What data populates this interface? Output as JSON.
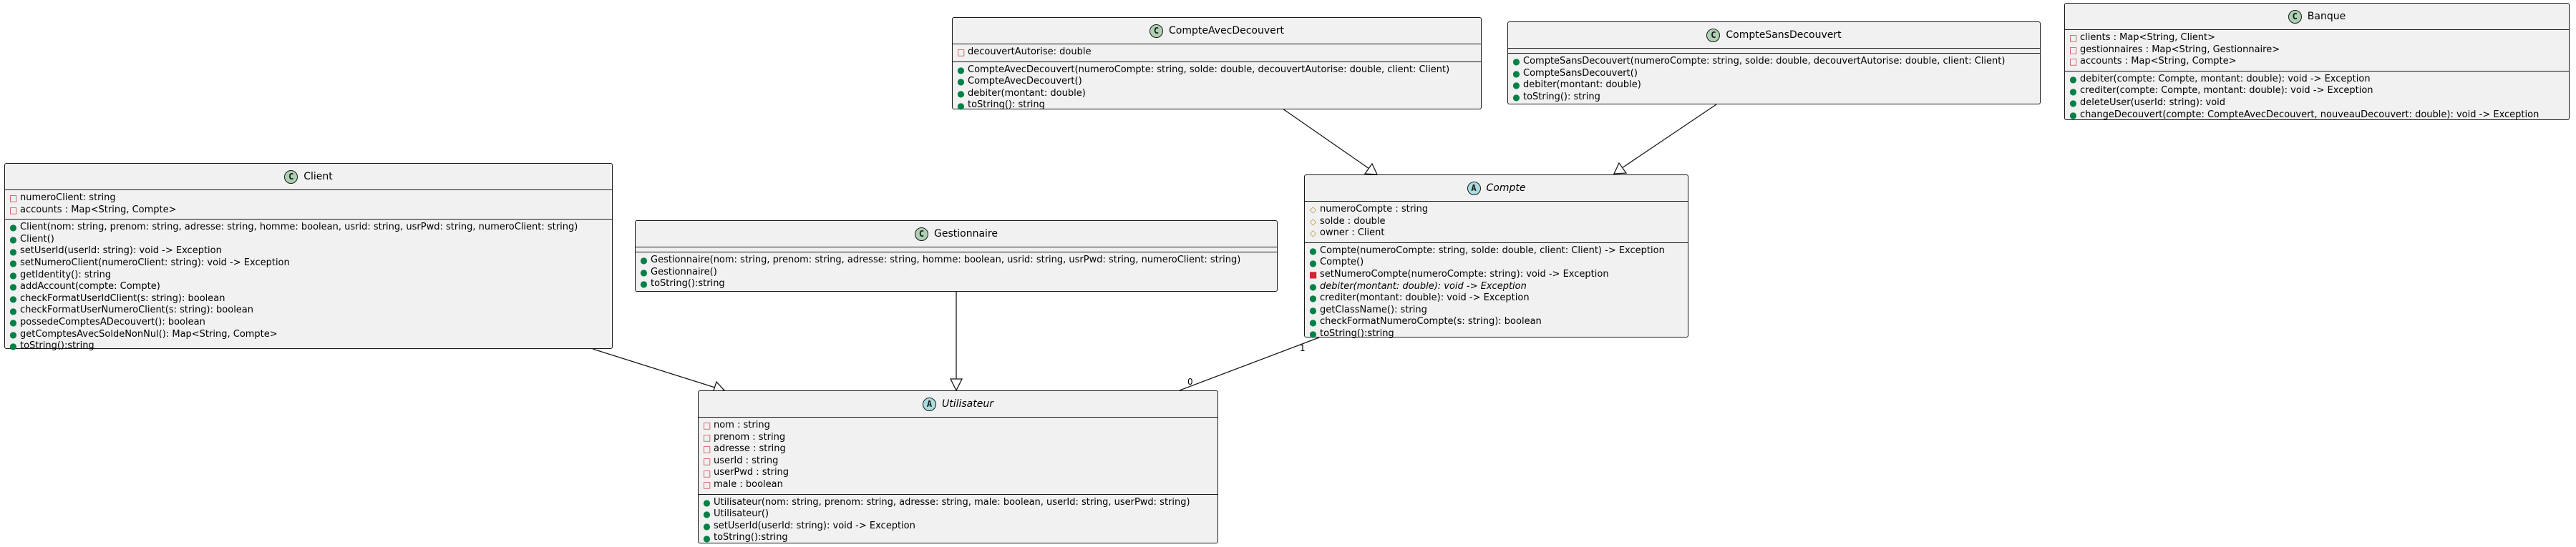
{
  "diagram": {
    "classes": {
      "compte_avec_decouvert": {
        "name": "CompteAvecDecouvert",
        "kind": "class",
        "badge": "C",
        "fields": [
          {
            "vis": "private",
            "text": "decouvertAutorise: double"
          }
        ],
        "methods": [
          {
            "vis": "public",
            "text": "CompteAvecDecouvert(numeroCompte: string, solde: double, decouvertAutorise: double, client: Client)"
          },
          {
            "vis": "public",
            "text": "CompteAvecDecouvert()"
          },
          {
            "vis": "public",
            "text": "debiter(montant: double)"
          },
          {
            "vis": "public",
            "text": "toString(): string"
          }
        ]
      },
      "compte_sans_decouvert": {
        "name": "CompteSansDecouvert",
        "kind": "class",
        "badge": "C",
        "fields": [],
        "methods": [
          {
            "vis": "public",
            "text": "CompteSansDecouvert(numeroCompte: string, solde: double, decouvertAutorise: double, client: Client)"
          },
          {
            "vis": "public",
            "text": "CompteSansDecouvert()"
          },
          {
            "vis": "public",
            "text": "debiter(montant: double)"
          },
          {
            "vis": "public",
            "text": "toString(): string"
          }
        ]
      },
      "banque": {
        "name": "Banque",
        "kind": "class",
        "badge": "C",
        "fields": [
          {
            "vis": "private",
            "text": "clients : Map<String, Client>"
          },
          {
            "vis": "private",
            "text": "gestionnaires : Map<String, Gestionnaire>"
          },
          {
            "vis": "private",
            "text": "accounts : Map<String, Compte>"
          }
        ],
        "methods": [
          {
            "vis": "public",
            "text": "debiter(compte: Compte, montant: double): void -> Exception"
          },
          {
            "vis": "public",
            "text": "crediter(compte: Compte, montant: double): void -> Exception"
          },
          {
            "vis": "public",
            "text": "deleteUser(userId: string): void"
          },
          {
            "vis": "public",
            "text": "changeDecouvert(compte: CompteAvecDecouvert, nouveauDecouvert: double): void -> Exception"
          }
        ]
      },
      "client": {
        "name": "Client",
        "kind": "class",
        "badge": "C",
        "fields": [
          {
            "vis": "private",
            "text": "numeroClient: string"
          },
          {
            "vis": "private",
            "text": "accounts : Map<String, Compte>"
          }
        ],
        "methods": [
          {
            "vis": "public",
            "text": "Client(nom: string, prenom: string, adresse: string, homme: boolean, usrid: string, usrPwd: string, numeroClient: string)"
          },
          {
            "vis": "public",
            "text": "Client()"
          },
          {
            "vis": "public",
            "text": "setUserId(userId: string): void -> Exception"
          },
          {
            "vis": "public",
            "text": "setNumeroClient(numeroClient: string): void -> Exception"
          },
          {
            "vis": "public",
            "text": "getIdentity(): string"
          },
          {
            "vis": "public",
            "text": "addAccount(compte: Compte)"
          },
          {
            "vis": "public",
            "text": "checkFormatUserIdClient(s: string): boolean"
          },
          {
            "vis": "public",
            "text": "checkFormatUserNumeroClient(s: string): boolean"
          },
          {
            "vis": "public",
            "text": "possedeComptesADecouvert(): boolean"
          },
          {
            "vis": "public",
            "text": "getComptesAvecSoldeNonNul(): Map<String, Compte>"
          },
          {
            "vis": "public",
            "text": "toString():string"
          }
        ]
      },
      "gestionnaire": {
        "name": "Gestionnaire",
        "kind": "class",
        "badge": "C",
        "fields": [],
        "methods": [
          {
            "vis": "public",
            "text": "Gestionnaire(nom: string, prenom: string, adresse: string, homme: boolean, usrid: string, usrPwd: string, numeroClient: string)"
          },
          {
            "vis": "public",
            "text": "Gestionnaire()"
          },
          {
            "vis": "public",
            "text": "toString():string"
          }
        ]
      },
      "compte": {
        "name": "Compte",
        "kind": "abstract",
        "badge": "A",
        "fields": [
          {
            "vis": "protected",
            "text": "numeroCompte : string"
          },
          {
            "vis": "protected",
            "text": "solde : double"
          },
          {
            "vis": "protected",
            "text": "owner : Client"
          }
        ],
        "methods": [
          {
            "vis": "public",
            "text": "Compte(numeroCompte: string, solde: double, client: Client) -> Exception"
          },
          {
            "vis": "public",
            "text": "Compte()"
          },
          {
            "vis": "private",
            "text": "setNumeroCompte(numeroCompte: string): void -> Exception"
          },
          {
            "vis": "public",
            "text": "debiter(montant: double): void -> Exception",
            "abstract": true
          },
          {
            "vis": "public",
            "text": "crediter(montant: double): void -> Exception"
          },
          {
            "vis": "public",
            "text": "getClassName(): string"
          },
          {
            "vis": "public",
            "text": "checkFormatNumeroCompte(s: string): boolean"
          },
          {
            "vis": "public",
            "text": "toString():string"
          }
        ]
      },
      "utilisateur": {
        "name": "Utilisateur",
        "kind": "abstract",
        "badge": "A",
        "fields": [
          {
            "vis": "private",
            "text": "nom : string"
          },
          {
            "vis": "private",
            "text": "prenom : string"
          },
          {
            "vis": "private",
            "text": "adresse : string"
          },
          {
            "vis": "private",
            "text": "userId : string"
          },
          {
            "vis": "private",
            "text": "userPwd : string"
          },
          {
            "vis": "private",
            "text": "male : boolean"
          }
        ],
        "methods": [
          {
            "vis": "public",
            "text": "Utilisateur(nom: string, prenom: string, adresse: string, male: boolean, userId: string, userPwd: string)"
          },
          {
            "vis": "public",
            "text": "Utilisateur()"
          },
          {
            "vis": "public",
            "text": "setUserId(userId: string): void -> Exception"
          },
          {
            "vis": "public",
            "text": "toString():string"
          }
        ]
      }
    },
    "relations": [
      {
        "from": "compte_avec_decouvert",
        "to": "compte",
        "type": "inheritance"
      },
      {
        "from": "compte_sans_decouvert",
        "to": "compte",
        "type": "inheritance"
      },
      {
        "from": "client",
        "to": "utilisateur",
        "type": "inheritance"
      },
      {
        "from": "gestionnaire",
        "to": "utilisateur",
        "type": "inheritance"
      },
      {
        "from": "compte",
        "to": "utilisateur",
        "type": "association",
        "from_mult": "1",
        "to_mult": "0"
      }
    ]
  }
}
